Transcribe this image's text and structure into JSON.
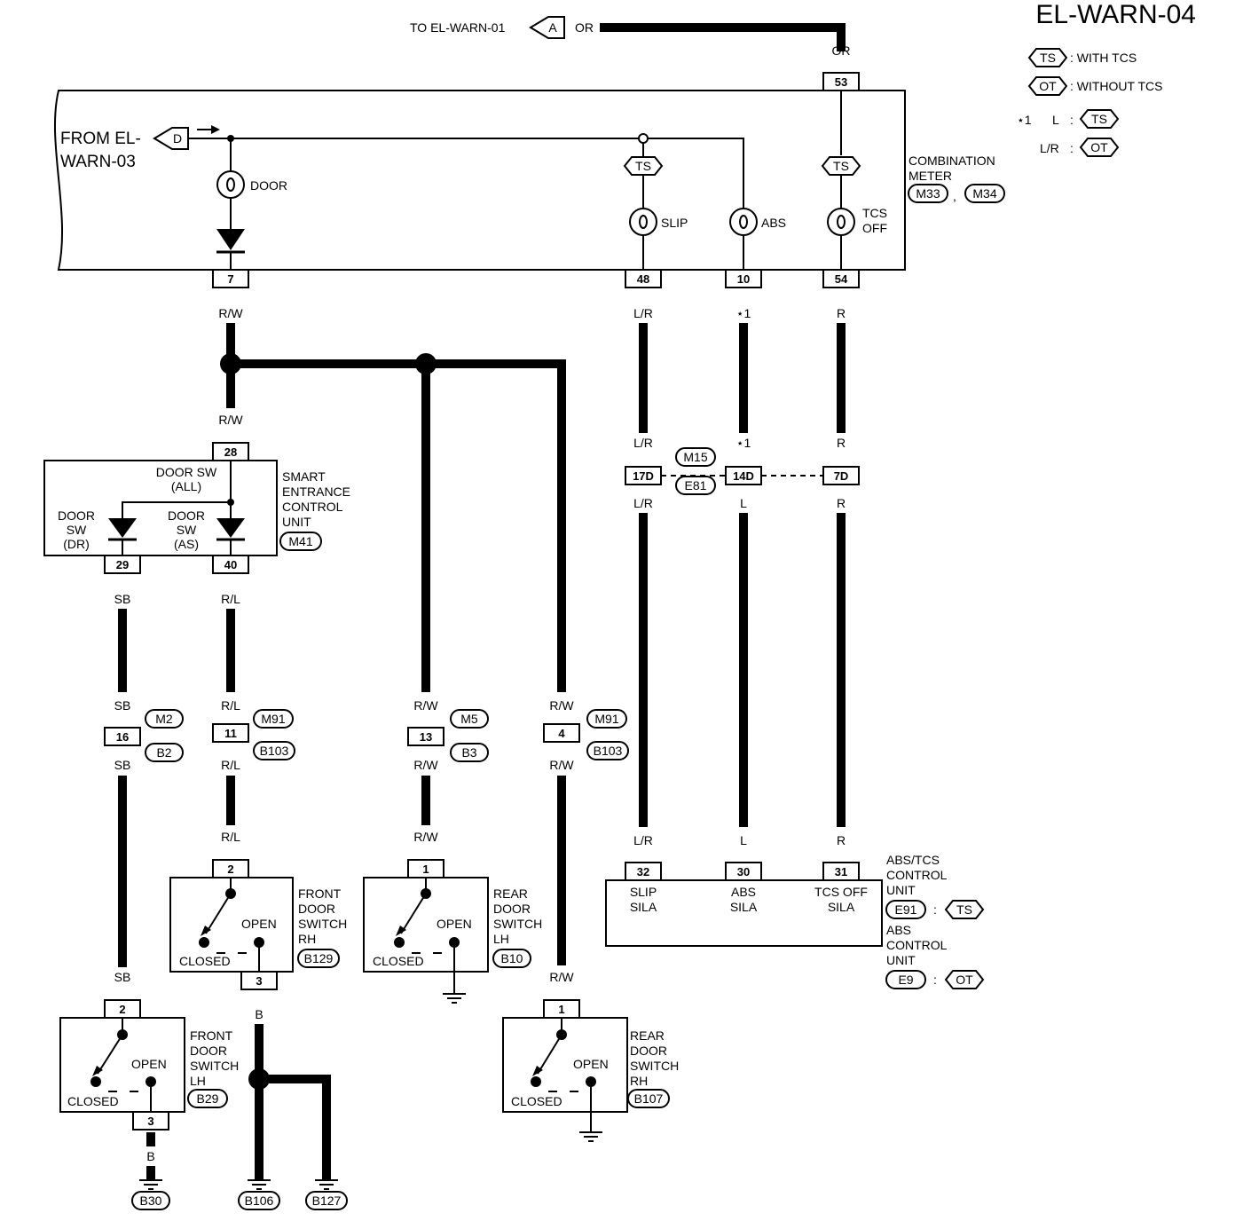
{
  "title": "EL-WARN-04",
  "legend": {
    "ts_tag": "TS",
    "ts_text": ": WITH TCS",
    "ot_tag": "OT",
    "ot_text": ": WITHOUT TCS",
    "note_mark": "⋆1",
    "note_l": "L",
    "note_lr": "L/R"
  },
  "connectors_offpage": {
    "to_label": "TO EL-WARN-01",
    "to_tag": "A",
    "to_wire": "OR",
    "from_label_1": "FROM EL-",
    "from_label_2": "WARN-03",
    "from_tag": "D"
  },
  "combination_meter": {
    "name_1": "COMBINATION",
    "name_2": "METER",
    "conn_1": "M33",
    "sep": ",",
    "conn_2": "M34",
    "top_wire": "OR",
    "top_pin": "53",
    "lamps": {
      "door": "DOOR",
      "slip": "SLIP",
      "abs": "ABS",
      "tcs_1": "TCS",
      "tcs_2": "OFF"
    },
    "pins": {
      "door": "7",
      "slip": "48",
      "abs": "10",
      "tcs": "54"
    }
  },
  "wires": {
    "rw": "R/W",
    "lr": "L/R",
    "star1": "⋆1",
    "r": "R",
    "l": "L",
    "sb": "SB",
    "rl": "R/L",
    "b": "B"
  },
  "smart_entrance": {
    "name_1": "SMART",
    "name_2": "ENTRANCE",
    "name_3": "CONTROL",
    "name_4": "UNIT",
    "conn": "M41",
    "pin_in": "28",
    "pin_dr": "29",
    "pin_as": "40",
    "all_1": "DOOR SW",
    "all_2": "(ALL)",
    "dr_1": "DOOR",
    "dr_2": "SW",
    "dr_3": "(DR)",
    "as_1": "DOOR",
    "as_2": "SW",
    "as_3": "(AS)"
  },
  "joint_connectors": {
    "j1": {
      "pin": "16",
      "top": "M2",
      "bot": "B2"
    },
    "j2": {
      "pin": "11",
      "top": "M91",
      "bot": "B103"
    },
    "j3": {
      "pin": "13",
      "top": "M5",
      "bot": "B3"
    },
    "j4": {
      "pin": "4",
      "top": "M91",
      "bot": "B103"
    },
    "j5": {
      "pin_slip": "17D",
      "pin_abs": "14D",
      "pin_tcs": "7D",
      "top": "M15",
      "bot": "E81"
    }
  },
  "switches": {
    "open": "OPEN",
    "closed": "CLOSED",
    "fr_rh": {
      "l1": "FRONT",
      "l2": "DOOR",
      "l3": "SWITCH",
      "l4": "RH",
      "conn": "B129",
      "pin_in": "2",
      "pin_out": "3"
    },
    "rr_lh": {
      "l1": "REAR",
      "l2": "DOOR",
      "l3": "SWITCH",
      "l4": "LH",
      "conn": "B10",
      "pin_in": "1"
    },
    "fr_lh": {
      "l1": "FRONT",
      "l2": "DOOR",
      "l3": "SWITCH",
      "l4": "LH",
      "conn": "B29",
      "pin_in": "2",
      "pin_out": "3"
    },
    "rr_rh": {
      "l1": "REAR",
      "l2": "DOOR",
      "l3": "SWITCH",
      "l4": "RH",
      "conn": "B107",
      "pin_in": "1"
    }
  },
  "grounds": {
    "g1": "B30",
    "g2": "B106",
    "g3": "B127"
  },
  "abs_unit": {
    "pin_slip": "32",
    "pin_abs": "30",
    "pin_tcs": "31",
    "slip_1": "SLIP",
    "slip_2": "SILA",
    "abs_1": "ABS",
    "abs_2": "SILA",
    "tcs_1": "TCS OFF",
    "tcs_2": "SILA",
    "name_1": "ABS/TCS",
    "name_2": "CONTROL",
    "name_3": "UNIT",
    "conn_1": "E91",
    "colon": ":",
    "name_4": "ABS",
    "name_5": "CONTROL",
    "name_6": "UNIT",
    "conn_2": "E9"
  }
}
